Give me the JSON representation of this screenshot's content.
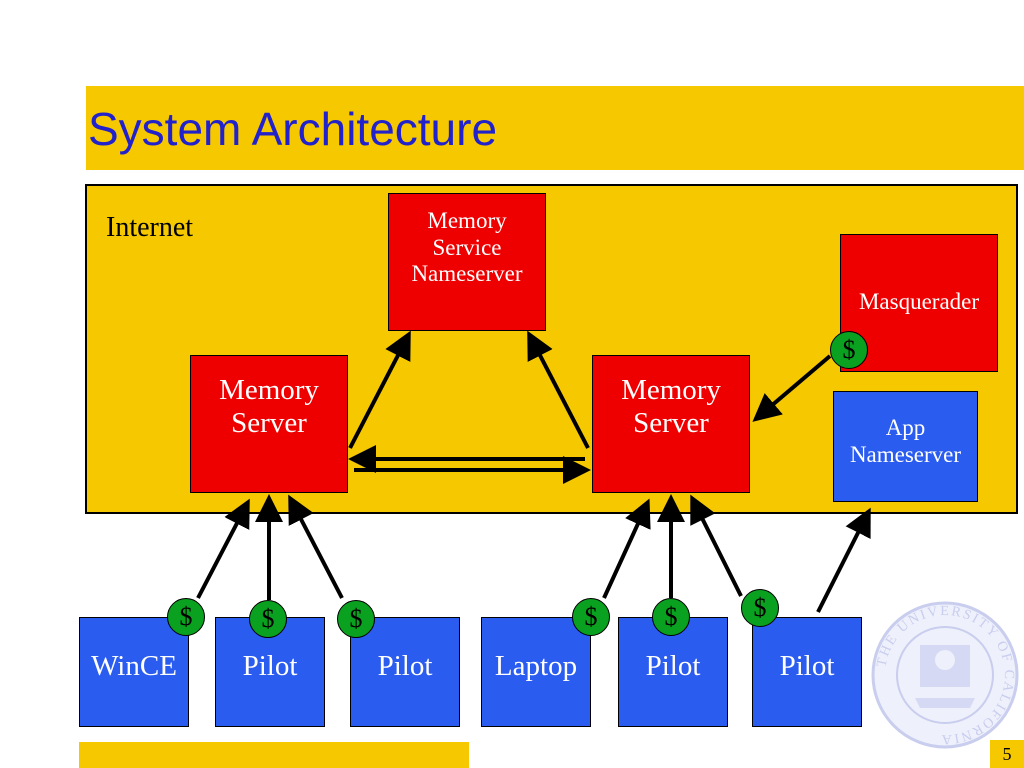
{
  "title": "System Architecture",
  "internet_label": "Internet",
  "nodes": {
    "msns": [
      "Memory",
      "Service",
      "Nameserver"
    ],
    "masq": "Masquerader",
    "mem_left": [
      "Memory",
      "Server"
    ],
    "mem_right": [
      "Memory",
      "Server"
    ],
    "app_ns": [
      "App",
      "Nameserver"
    ]
  },
  "clients": [
    "WinCE",
    "Pilot",
    "Pilot",
    "Laptop",
    "Pilot",
    "Pilot"
  ],
  "coin_symbol": "$",
  "page_number": "5",
  "seal_text": "THE UNIVERSITY OF CALIFORNIA",
  "colors": {
    "background": "#ffffff",
    "band": "#f5c800",
    "title": "#2222cc",
    "server_red": "#ee0000",
    "client_blue": "#2a5cf0",
    "coin_green": "#0aa020"
  }
}
